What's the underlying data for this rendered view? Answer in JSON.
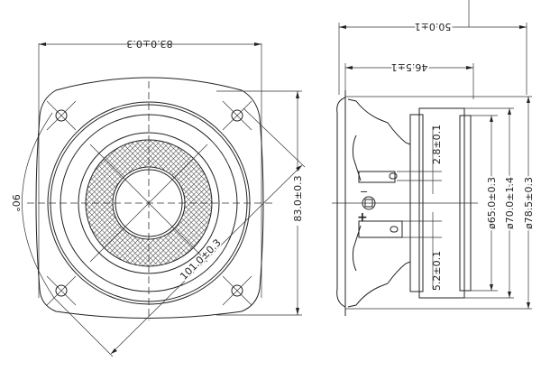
{
  "front_view": {
    "width_dim": "83.0±0.3",
    "height_dim": "83.0±0.3",
    "diagonal_dim": "101.0±0.3",
    "angle_dim": "90°"
  },
  "side_view": {
    "overall_depth": "50.0±1",
    "body_depth": "46.5±1",
    "terminal_width_small": "2.8±0.1",
    "terminal_width_large": "5.2±0.1",
    "dia_magnet": "ø65.0±0.3",
    "dia_cutout": "ø70.0±1.4",
    "dia_frame": "ø78.5±0.3",
    "polarity_plus": "+",
    "polarity_minus": "−"
  }
}
